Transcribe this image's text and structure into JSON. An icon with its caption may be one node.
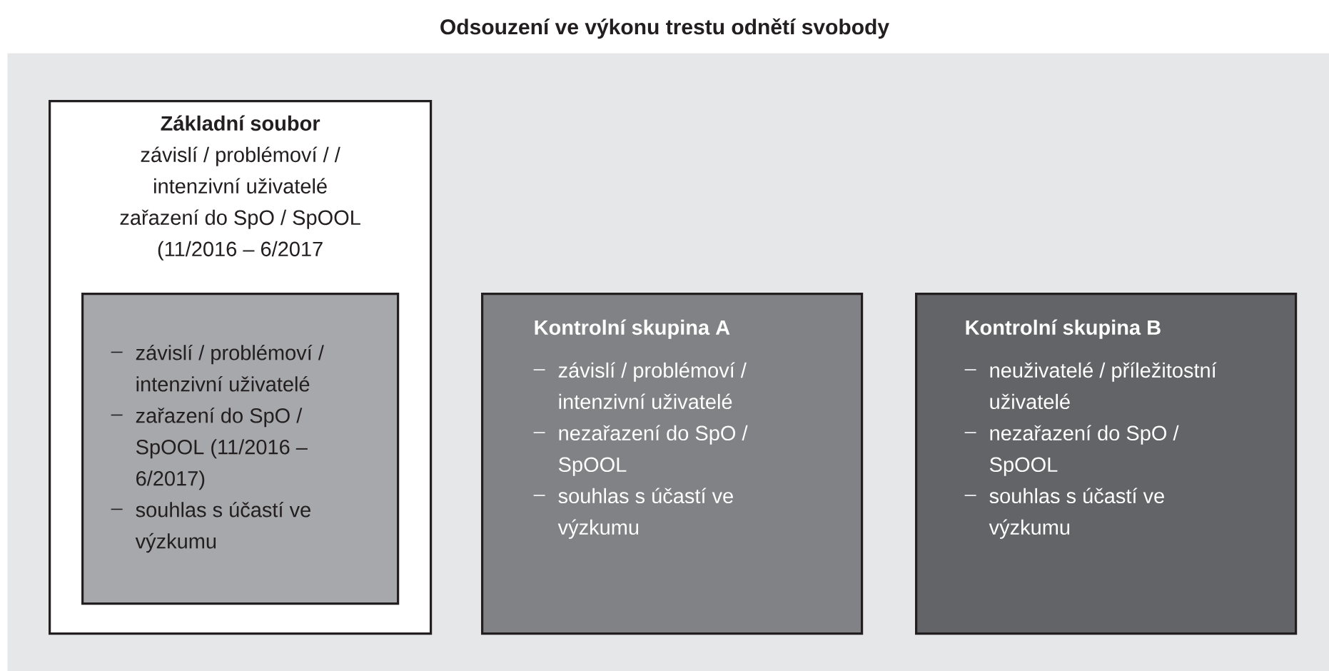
{
  "diagram": {
    "nodes": [
      {
        "text": [
          "Odsouzení ve výkonu trestu odnětí svobody"
        ]
      },
      {
        "text": [
          "Základní soubor",
          "závislí / problémoví / / intenzivní uživatelé",
          "zařazení do SpO / SpOOL",
          "(11/2016 – 6/2017"
        ],
        "in": 0
      },
      {
        "text": [
          "závislí / problémoví / intenzivní uživatelé",
          "zařazení do SpO / SpOOL (11/2016 – 6/2017)",
          "souhlas s účastí ve výzkumu"
        ],
        "in": 1
      },
      {
        "text": [
          "Kontrolní skupina A",
          "závislí / problémoví / intenzivní uživatelé",
          "nezařazení do SpO / SpOOL",
          "souhlas s účastí ve výzkumu"
        ],
        "in": 0
      },
      {
        "text": [
          "Kontrolní skupina B",
          "neuživatelé / příležitostní uživatelé",
          "nezařazení do SpO / SpOOL",
          "souhlas s účastí ve výzkumu"
        ],
        "in": 0
      }
    ]
  }
}
